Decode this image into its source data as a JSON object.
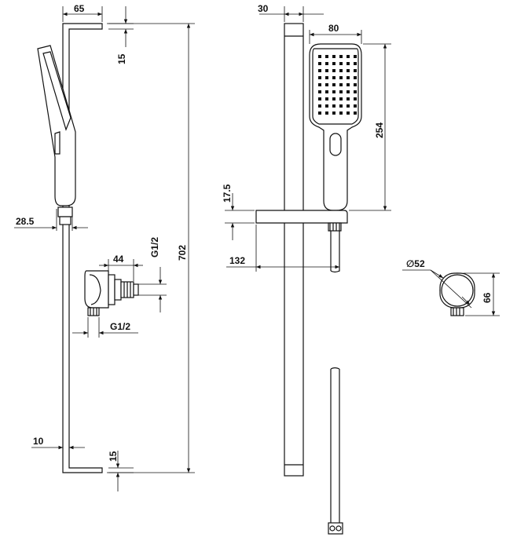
{
  "dimensions": {
    "left_rail_width": "65",
    "top_gap": "15",
    "total_height": "702",
    "hand_shower_offset": "28.5",
    "elbow_depth": "44",
    "thread_vertical": "G1/2",
    "thread_horizontal": "G1/2",
    "bottom_offset": "10",
    "bottom_gap": "15",
    "front_rail_width": "30",
    "head_width": "80",
    "head_height": "254",
    "slider_height": "17.5",
    "slider_projection": "132",
    "elbow_diameter": "∅52",
    "elbow_height": "66"
  }
}
